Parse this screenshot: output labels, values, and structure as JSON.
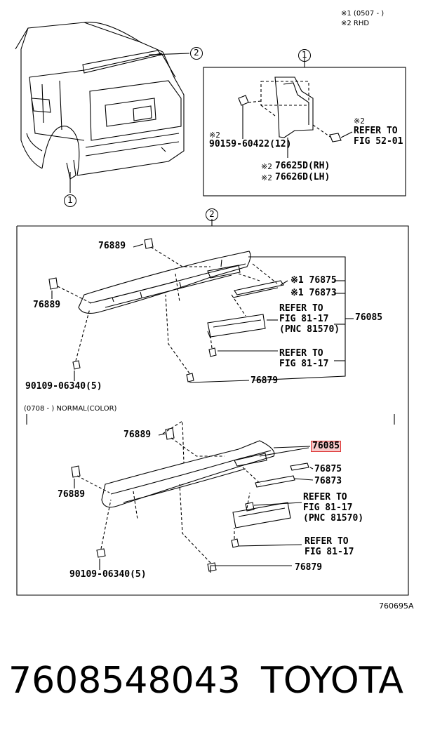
{
  "notes": [
    "※1 (0507 -        )",
    "※2 RHD"
  ],
  "diagram_id": "760695A",
  "footer": {
    "part_number": "7608548043",
    "brand": "TOYOTA"
  },
  "callouts": {
    "c1": "1",
    "c2": "2"
  },
  "section1": {
    "bolt_mark": "※2",
    "bolt": "90159-60422(12)",
    "rh_mark": "※2",
    "rh": "76625D(RH)",
    "lh_mark": "※2",
    "lh": "76626D(LH)",
    "refer_mark": "※2",
    "refer1": "REFER TO",
    "refer2": "FIG 52-01"
  },
  "section2": {
    "upper": {
      "p76889a": "76889",
      "p76889b": "76889",
      "p76875": "※1 76875",
      "p76873": "※1 76873",
      "refer_a1": "REFER TO",
      "refer_a2": "FIG 81-17",
      "refer_a3": "(PNC 81570)",
      "p76085": "76085",
      "refer_b1": "REFER TO",
      "refer_b2": "FIG 81-17",
      "screw": "90109-06340(5)",
      "p76879": "76879"
    },
    "lower": {
      "header": "(0708 -        ) NORMAL(COLOR)",
      "p76889a": "76889",
      "p76889b": "76889",
      "p76085": "76085",
      "p76875": "76875",
      "p76873": "76873",
      "refer_a1": "REFER TO",
      "refer_a2": "FIG 81-17",
      "refer_a3": "(PNC 81570)",
      "refer_b1": "REFER TO",
      "refer_b2": "FIG 81-17",
      "screw": "90109-06340(5)",
      "p76879": "76879"
    }
  }
}
